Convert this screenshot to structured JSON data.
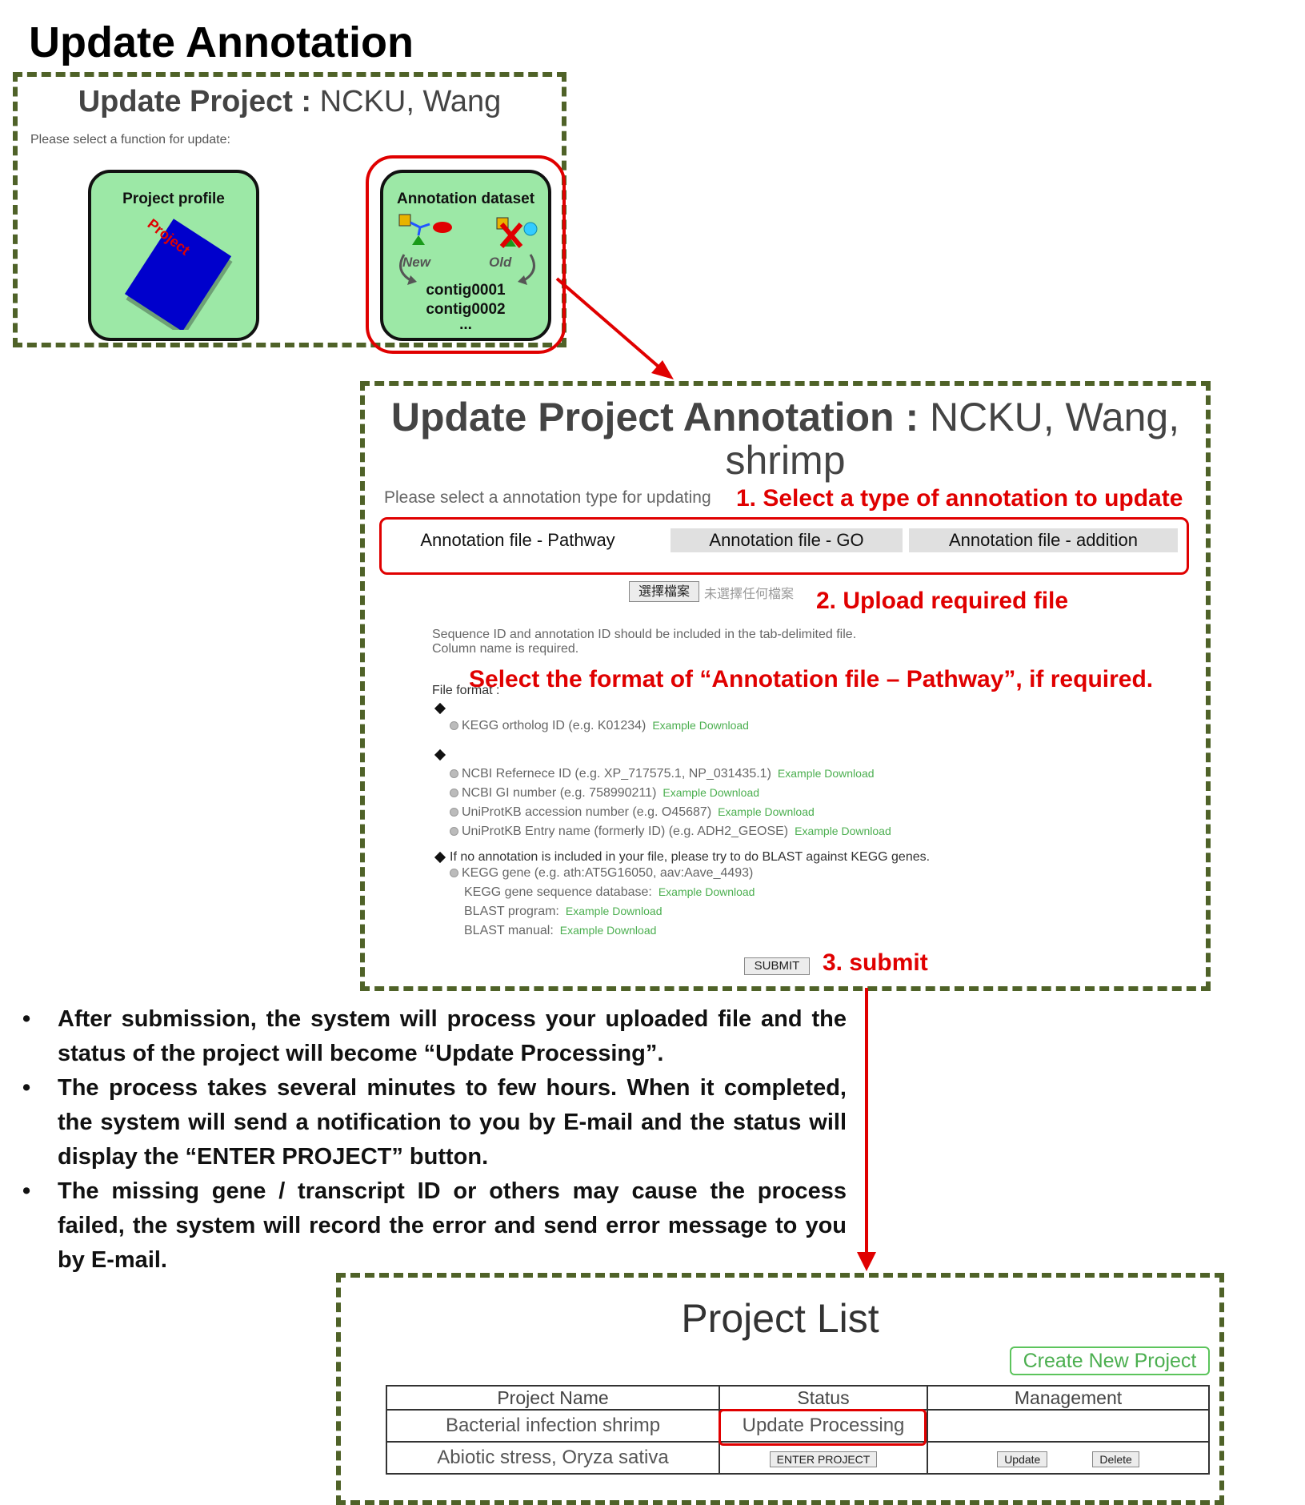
{
  "page_title": "Update Annotation",
  "update_project": {
    "title_bold": "Update Project :",
    "title_rest": " NCKU, Wang",
    "subtitle": "Please select a function for update:",
    "tile_profile_label": "Project profile",
    "tile_profile_stamp": "Project",
    "tile_annotation_label": "Annotation dataset",
    "tile_new_label": "New",
    "tile_old_label": "Old",
    "contigs": [
      "contig0001",
      "contig0002",
      "..."
    ]
  },
  "update_annotation": {
    "title_bold": "Update Project Annotation :",
    "title_rest": " NCKU, Wang,",
    "title_line2": "shrimp",
    "subtitle": "Please select a annotation type for updating",
    "tabs": [
      "Annotation file - Pathway",
      "Annotation file - GO",
      "Annotation file - addition"
    ],
    "file_button": "選擇檔案",
    "file_status": "未選擇任何檔案",
    "note_line1": "Sequence ID and annotation ID should be included in the tab-delimited file.",
    "note_line2": "Column name is required.",
    "file_format_label": "File format :",
    "options": [
      {
        "label": "KEGG ortholog ID (e.g. K01234)",
        "download": "Example Download"
      },
      {
        "label": "NCBI Refernece ID (e.g. XP_717575.1, NP_031435.1)",
        "download": "Example Download"
      },
      {
        "label": "NCBI GI number (e.g. 758990211)",
        "download": "Example Download"
      },
      {
        "label": "UniProtKB accession number (e.g. O45687)",
        "download": "Example Download"
      },
      {
        "label": "UniProtKB Entry name (formerly ID) (e.g. ADH2_GEOSE)",
        "download": "Example Download"
      }
    ],
    "blast_note": "If no annotation is included in your file, please try to do BLAST against KEGG genes.",
    "kegg_gene_option": "KEGG gene (e.g. ath:AT5G16050, aav:Aave_4493)",
    "kegg_db_label": "KEGG gene sequence database:",
    "blast_program_label": "BLAST program:",
    "blast_manual_label": "BLAST manual:",
    "download_label": "Example Download",
    "submit_label": "SUBMIT"
  },
  "callouts": {
    "step1": "1. Select a type of annotation to update",
    "step2": "2. Upload required file",
    "format_note": "Select the format of “Annotation file – Pathway”, if required.",
    "step3": "3. submit"
  },
  "bullets": [
    "After submission, the system will process your uploaded file and the status of the project will become “Update Processing”.",
    "The process takes several minutes to few hours. When it completed, the system will send a notification to you by E-mail and the status will display the “ENTER PROJECT” button.",
    "The missing gene / transcript ID or others may cause the process failed, the system will record the error and send error message to you by E-mail."
  ],
  "project_list": {
    "title": "Project List",
    "create_button": "Create New Project",
    "headers": [
      "Project Name",
      "Status",
      "Management"
    ],
    "rows": [
      {
        "name": "Bacterial infection shrimp",
        "status": "Update Processing"
      },
      {
        "name": "Abiotic stress, Oryza sativa",
        "status_button": "ENTER PROJECT",
        "update_button": "Update",
        "delete_button": "Delete"
      }
    ]
  },
  "colors": {
    "frame": "#4f6228",
    "highlight": "#e00000",
    "tile": "#9ce8a6",
    "link": "#4caf50"
  }
}
